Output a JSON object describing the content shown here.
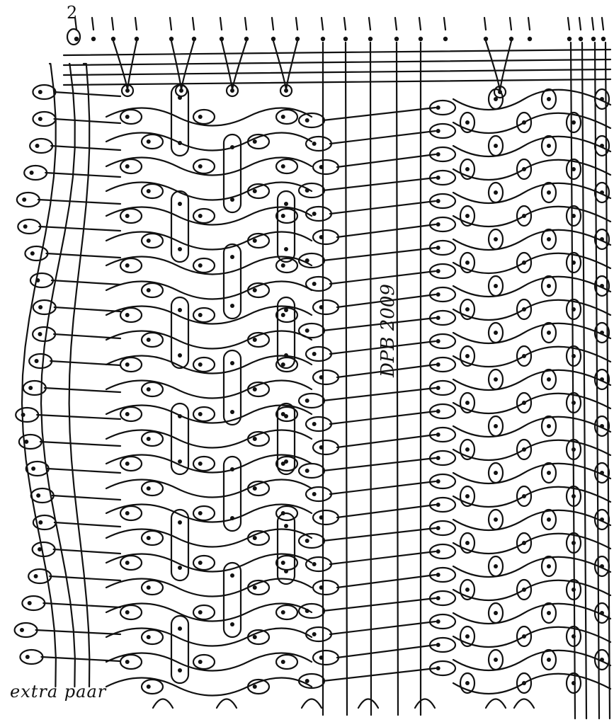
{
  "page_number": "2",
  "extra_pair_label": "extra paar",
  "signature_text": "DPB 2009",
  "colors": {
    "ink": "#111111",
    "paper": "#ffffff"
  },
  "elements": {
    "pricking_pins": "pin-marks",
    "threads": "bobbin-thread-lines",
    "stitches": "cloth-stitch-ovals",
    "plaits": "plait-bars"
  }
}
